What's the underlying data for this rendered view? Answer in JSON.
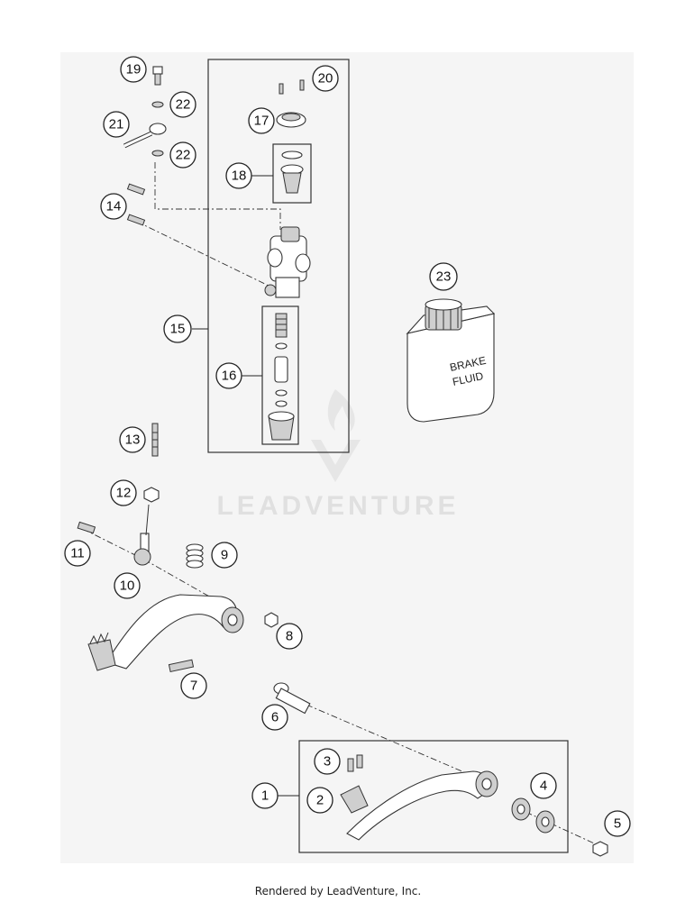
{
  "diagram": {
    "callouts": [
      "19",
      "20",
      "22",
      "21",
      "22",
      "17",
      "18",
      "14",
      "15",
      "16",
      "23",
      "13",
      "12",
      "11",
      "9",
      "10",
      "8",
      "7",
      "6",
      "3",
      "4",
      "1",
      "2",
      "5"
    ],
    "bottle_label_line1": "BRAKE",
    "bottle_label_line2": "FLUID",
    "watermark": "LEADVENTURE"
  },
  "footer": {
    "credit": "Rendered by LeadVenture, Inc."
  },
  "colors": {
    "panel_background": "#f5f5f5",
    "line": "#333333",
    "watermark": "#e0e0e0"
  }
}
